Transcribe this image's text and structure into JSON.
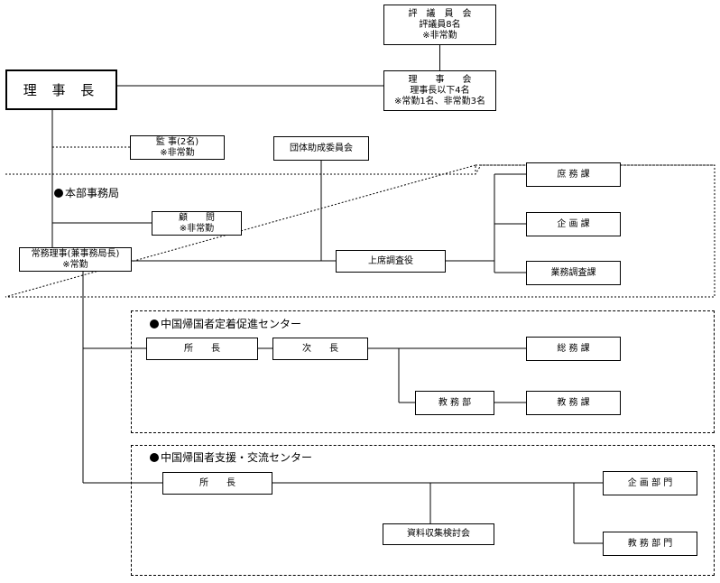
{
  "boxes": {
    "hyogiinkai": {
      "lines": [
        "評　議　員　会",
        "評議員8名",
        "※非常勤"
      ]
    },
    "rijicho": {
      "lines": [
        "理 事 長"
      ]
    },
    "rijikai": {
      "lines": [
        "理　　事　　会",
        "理事長以下4名",
        "※常勤1名、非常勤3名"
      ]
    },
    "kanji": {
      "lines": [
        "監 事(2名)",
        "※非常勤"
      ]
    },
    "dantai": {
      "lines": [
        "団体助成委員会"
      ]
    },
    "komon": {
      "lines": [
        "顧　　問",
        "※非常勤"
      ]
    },
    "jomu": {
      "lines": [
        "常務理事(兼事務局長)",
        "※常勤"
      ]
    },
    "joseki": {
      "lines": [
        "上席調査役"
      ]
    },
    "shomuka": {
      "lines": [
        "庶 務 課"
      ]
    },
    "kikakuka": {
      "lines": [
        "企 画 課"
      ]
    },
    "gyomu": {
      "lines": [
        "業務調査課"
      ]
    },
    "shocho1": {
      "lines": [
        "所　　長"
      ]
    },
    "jicho": {
      "lines": [
        "次　　長"
      ]
    },
    "somuka": {
      "lines": [
        "総 務 課"
      ]
    },
    "kyomubu": {
      "lines": [
        "教 務 部"
      ]
    },
    "kyomuka": {
      "lines": [
        "教 務 課"
      ]
    },
    "shocho2": {
      "lines": [
        "所　　長"
      ]
    },
    "shiryo": {
      "lines": [
        "資料収集検討会"
      ]
    },
    "kikakubumon": {
      "lines": [
        "企 画 部 門"
      ]
    },
    "kyomubumon": {
      "lines": [
        "教 務 部 門"
      ]
    }
  },
  "regions": {
    "honbu": "本部事務局",
    "teichaku": "中国帰国者定着促進センター",
    "shien": "中国帰国者支援・交流センター"
  }
}
